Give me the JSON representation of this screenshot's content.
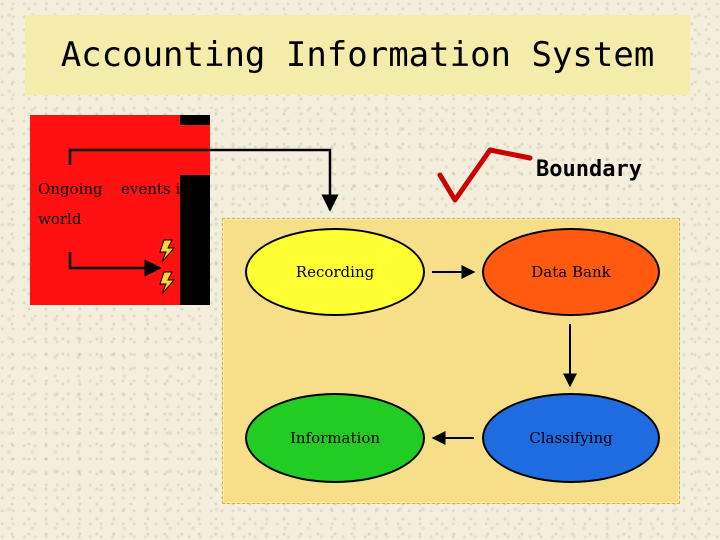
{
  "title": "Accounting Information System",
  "boundary_label": "Boundary",
  "world": {
    "line1_left": "Ongoing",
    "line1_right": "events in",
    "line2": "world"
  },
  "nodes": {
    "recording": {
      "label": "Recording",
      "color": "#ffff33"
    },
    "data_bank": {
      "label": "Data  Bank",
      "color": "#ff5a10"
    },
    "classifying": {
      "label": "Classifying",
      "color": "#1f6be0"
    },
    "information": {
      "label": "Information",
      "color": "#22cc22"
    }
  },
  "colors": {
    "world_panel": "#ff1111",
    "system_box": "#f7df8a",
    "title_band": "#f4ecaa",
    "checkmark": "#cc0000"
  }
}
